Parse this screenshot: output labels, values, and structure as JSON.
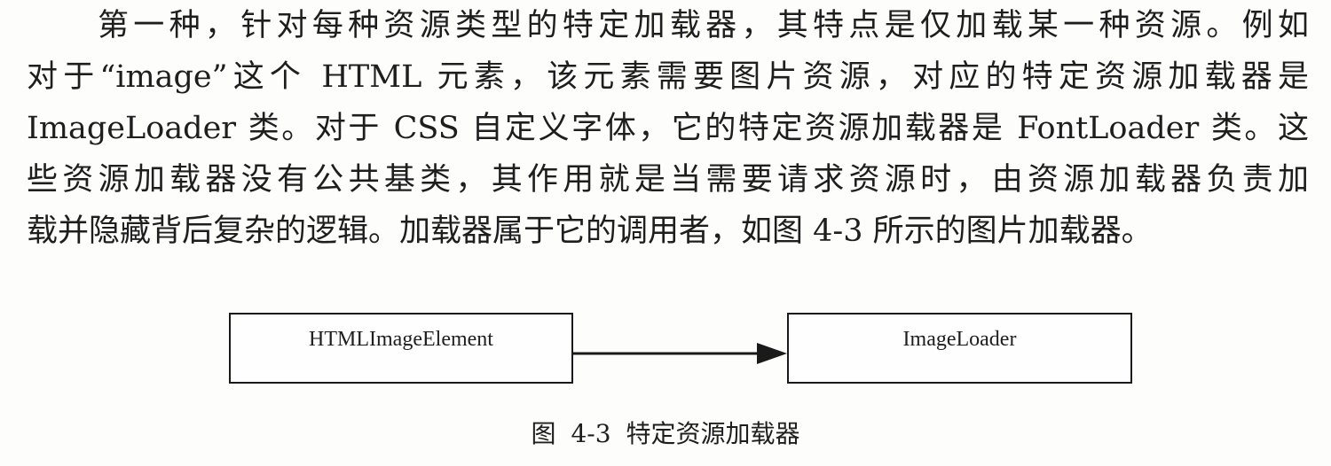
{
  "paragraph": {
    "lines": [
      "第一种，针对每种资源类型的特定加载器，其特点是仅加载某一种资源。例如",
      "对于“image”这个 HTML 元素，该元素需要图片资源，对应的特定资源加载器是",
      "ImageLoader 类。对于 CSS 自定义字体，它的特定资源加载器是 FontLoader 类。这",
      "些资源加载器没有公共基类，其作用就是当需要请求资源时，由资源加载器负责加",
      "载并隐藏背后复杂的逻辑。加载器属于它的调用者，如图 4-3 所示的图片加载器。"
    ]
  },
  "diagram": {
    "source_box": "HTMLImageElement",
    "target_box": "ImageLoader"
  },
  "caption": "图 4-3   特定资源加载器",
  "colors": {
    "text": "#1e1e1e",
    "stroke": "#1a1a1a",
    "background": "#fdfdfb"
  }
}
